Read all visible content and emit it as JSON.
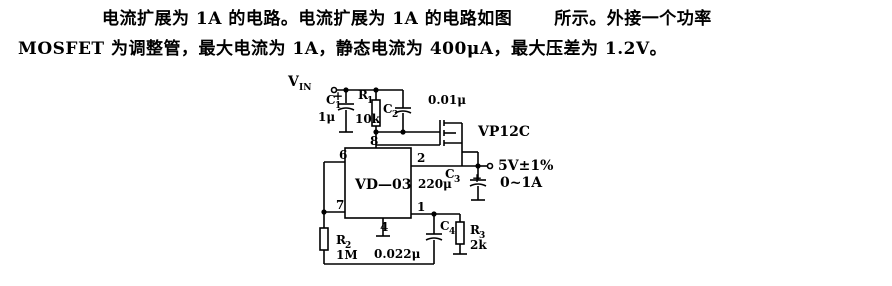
{
  "text": {
    "line1_a": "电流扩展为 1A 的电路。电流扩展为 1A 的电路如图",
    "line1_b": "所示。外接一个功率",
    "line2": "MOSFET 为调整管，最大电流为 1A，静态电流为 400μA，最大压差为 1.2V。"
  },
  "circuit": {
    "vin": "V",
    "vin_sub": "IN",
    "c1_name": "C",
    "c1_sub": "1",
    "c1_value": "1μ",
    "r1_name": "R",
    "r1_sub": "1",
    "r1_value": "10k",
    "c2_name": "C",
    "c2_sub": "2",
    "c2_value": "0.01μ",
    "mosfet": "VP12C",
    "ic": "VD—03",
    "pin6": "6",
    "pin7": "7",
    "pin8": "8",
    "pin2": "2",
    "pin1": "1",
    "pin4": "4",
    "c3_name": "C",
    "c3_sub": "3",
    "c3_value": "220μ",
    "out_voltage": "5V±1%",
    "out_current": "0~1A",
    "c4_name": "C",
    "c4_sub": "4",
    "c4_value": "0.022μ",
    "r2_name": "R",
    "r2_sub": "2",
    "r2_value": "1M",
    "r3_name": "R",
    "r3_sub": "3",
    "r3_value": "2k"
  }
}
